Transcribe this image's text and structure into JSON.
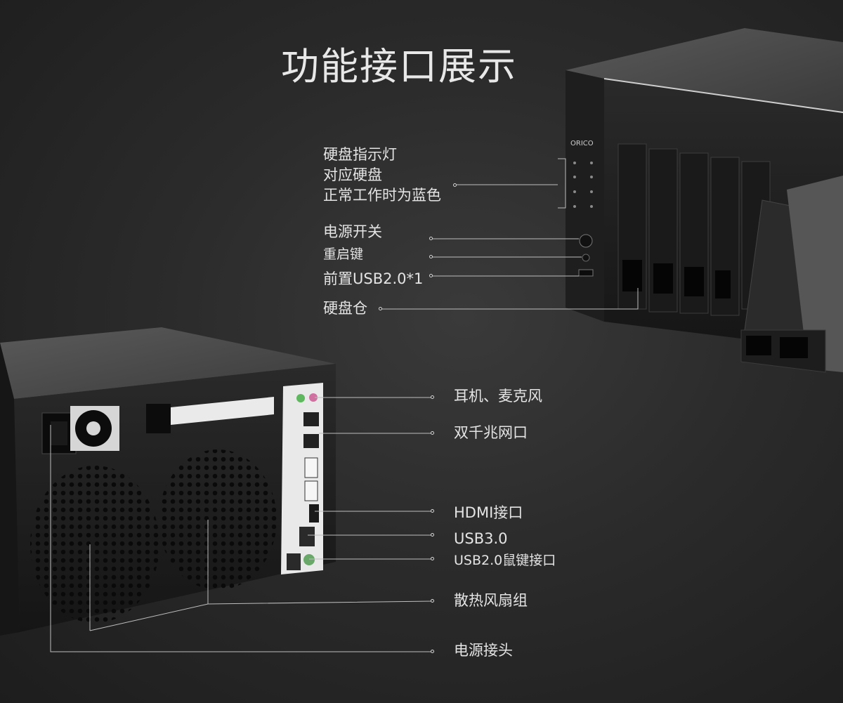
{
  "title": "功能接口展示",
  "brand": {
    "logo_text": "ORICO"
  },
  "front_labels": {
    "indicator_line1": "硬盘指示灯",
    "indicator_line2": "对应硬盘",
    "indicator_line3": "正常工作时为蓝色",
    "power_switch": "电源开关",
    "reset_key": "重启键",
    "front_usb": "前置USB2.0*1",
    "drive_bay": "硬盘仓"
  },
  "rear_labels": {
    "audio": "耳机、麦克风",
    "lan": "双千兆网口",
    "hdmi": "HDMI接口",
    "usb3": "USB3.0",
    "usb2_ps2": "USB2.0鼠键接口",
    "fans": "散热风扇组",
    "power_connector": "电源接头"
  }
}
